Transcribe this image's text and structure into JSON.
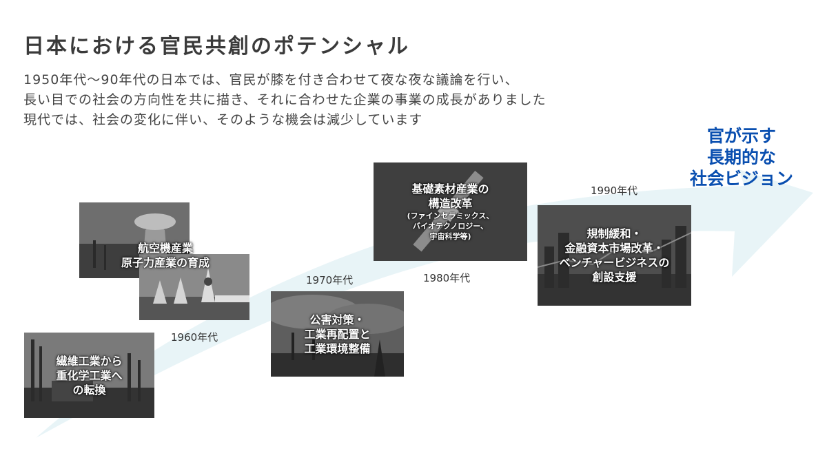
{
  "title": "日本における官民共創のポテンシャル",
  "intro": [
    "1950年代〜90年代の日本では、官民が膝を付き合わせて夜な夜な議論を行い、",
    "長い目での社会の方向性を共に描き、それに合わせた企業の事業の成長がありました",
    "現代では、社会の変化に伴い、そのような機会は減少しています"
  ],
  "vision": [
    "官が示す",
    "長期的な",
    "社会ビジョン"
  ],
  "colors": {
    "vision_text": "#0a4fb0",
    "arrow_fill": "#e8f4f7"
  },
  "years": {
    "y1960": "1960年代",
    "y1970": "1970年代",
    "y1980": "1980年代",
    "y1990": "1990年代"
  },
  "cards": {
    "textile": {
      "lines": [
        "繊維工業から",
        "重化学工業へ",
        "の転換"
      ],
      "image": "factory-chimneys-photo"
    },
    "aviation": {
      "lines": [
        "航空機産業",
        "原子力産業の育成"
      ],
      "image": "cooling-tower-and-airliners-photo"
    },
    "pollution": {
      "lines": [
        "公害対策・",
        "工業再配置と",
        "工業環境整備"
      ],
      "image": "smoky-industrial-skyline-photo"
    },
    "materials": {
      "lines": [
        "基礎素材産業の",
        "構造改革"
      ],
      "sub": [
        "(ファインセラミックス、",
        "バイオテクノロジー、",
        "宇宙科学等)"
      ],
      "image": "satellite-photo"
    },
    "deregulation": {
      "lines": [
        "規制緩和・",
        "金融資本市場改革・",
        "ベンチャービジネスの",
        "創設支援"
      ],
      "image": "financial-city-overlay-photo"
    }
  }
}
